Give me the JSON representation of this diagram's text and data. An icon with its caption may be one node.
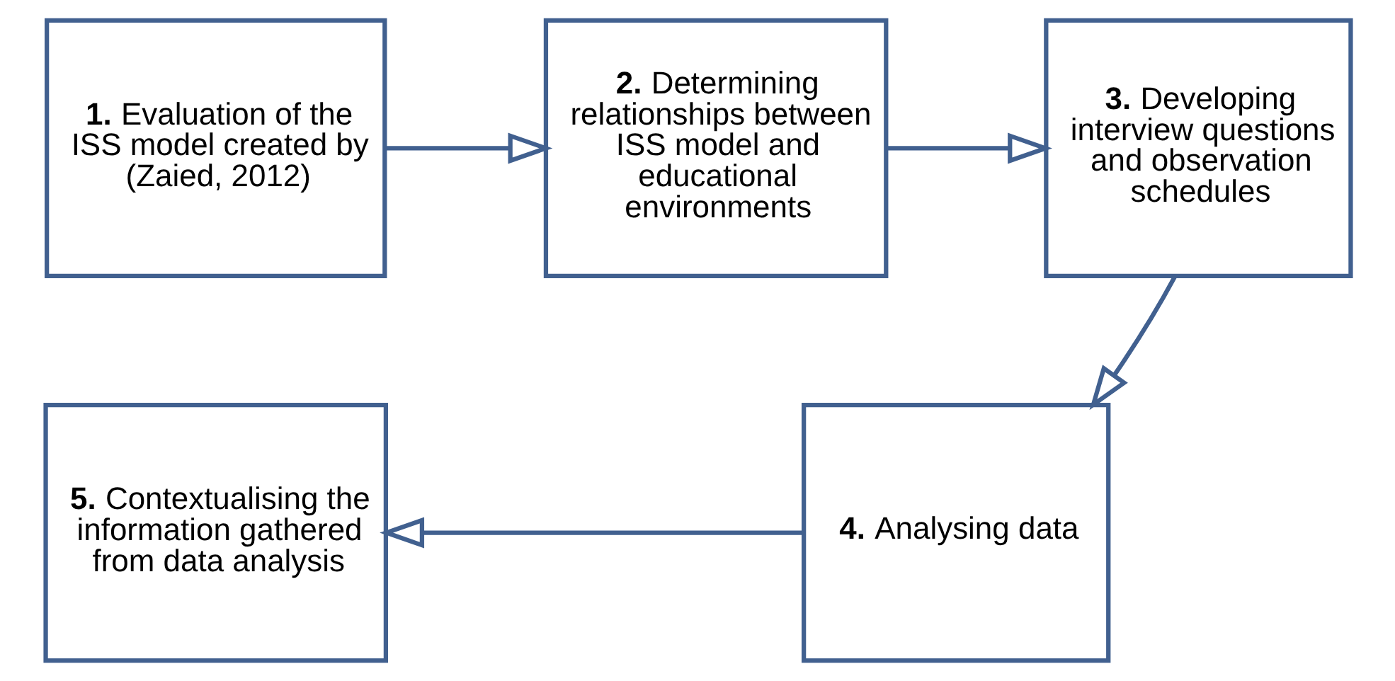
{
  "diagram": {
    "nodes": [
      {
        "text": [
          "**1.** Evaluation of the ISS model created by (Zaied, 2012)"
        ]
      },
      {
        "text": [
          "**2.** Determining relationships between ISS model and educational environments"
        ]
      },
      {
        "text": [
          "**3.** Developing interview questions and observation schedules"
        ]
      },
      {
        "text": [
          "**4.** Analysing data"
        ]
      },
      {
        "text": [
          "**5.** Contextualising the information gathered from data analysis"
        ]
      }
    ],
    "edges": [
      {
        "from": 0,
        "to": 1,
        "arrow": "to"
      },
      {
        "from": 1,
        "to": 2,
        "arrow": "to"
      },
      {
        "from": 2,
        "to": 3,
        "arrow": "to"
      },
      {
        "from": 3,
        "to": 4,
        "arrow": "to"
      }
    ]
  }
}
